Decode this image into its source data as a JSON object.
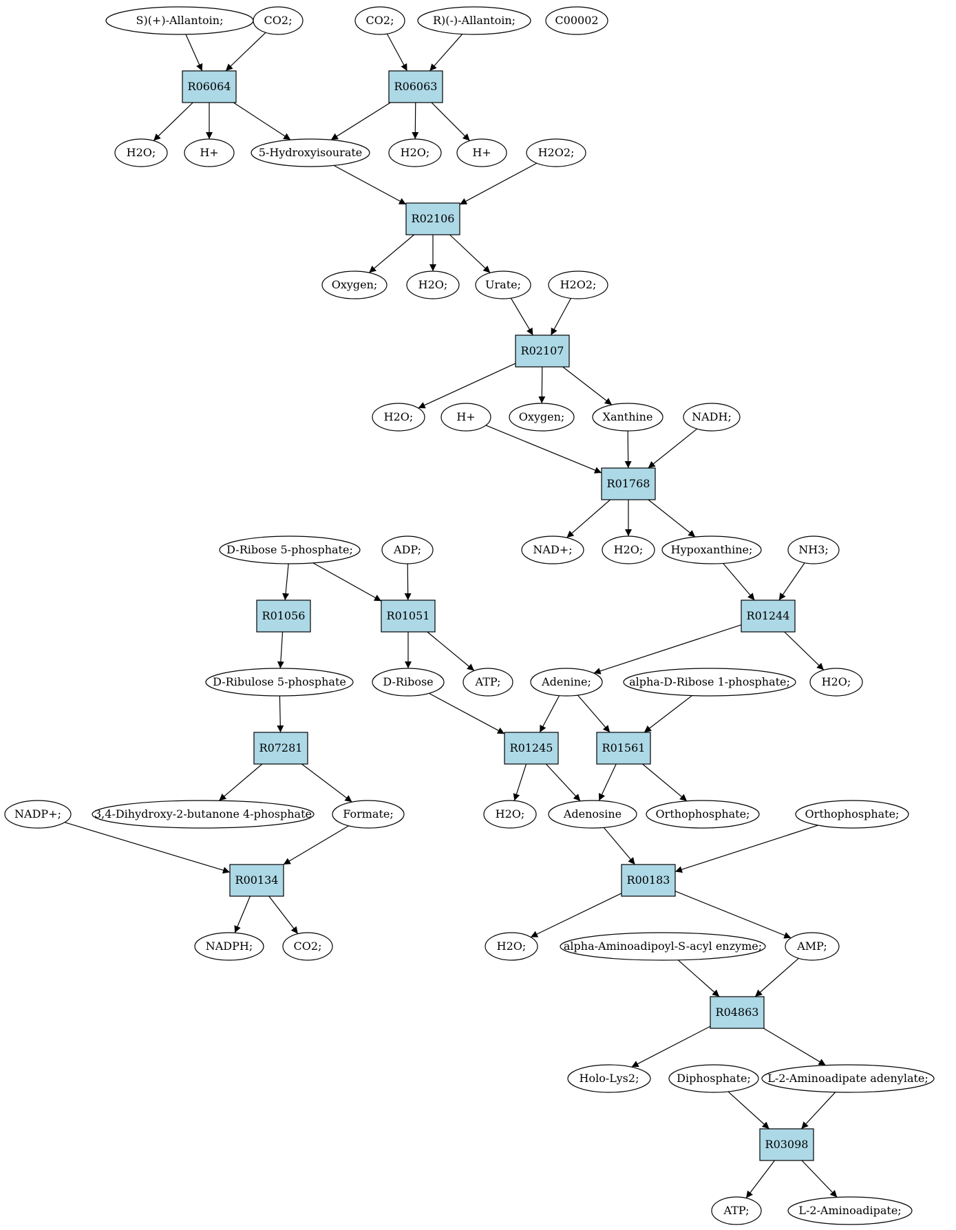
{
  "colors": {
    "reaction_fill": "#add8e6",
    "compound_fill": "#ffffff",
    "highlight_yellow": "#ffff00",
    "highlight_green": "#00ee00"
  },
  "nodes": [
    {
      "id": "c_sallantoin",
      "type": "compound",
      "label": "S)(+)-Allantoin;"
    },
    {
      "id": "c_co2_a",
      "type": "compound",
      "label": "CO2;"
    },
    {
      "id": "c_co2_b",
      "type": "compound",
      "label": "CO2;"
    },
    {
      "id": "c_rallantoin",
      "type": "compound",
      "label": "R)(-)-Allantoin;"
    },
    {
      "id": "c_c00002",
      "type": "compound",
      "label": "C00002",
      "highlight": "yellow"
    },
    {
      "id": "r_R06064",
      "type": "reaction",
      "label": "R06064"
    },
    {
      "id": "r_R06063",
      "type": "reaction",
      "label": "R06063"
    },
    {
      "id": "c_h2o_1",
      "type": "compound",
      "label": "H2O;"
    },
    {
      "id": "c_hplus_1",
      "type": "compound",
      "label": "H+"
    },
    {
      "id": "c_hydroxyisourate",
      "type": "compound",
      "label": "5-Hydroxyisourate"
    },
    {
      "id": "c_h2o_2",
      "type": "compound",
      "label": "H2O;"
    },
    {
      "id": "c_hplus_2",
      "type": "compound",
      "label": "H+"
    },
    {
      "id": "c_h2o2_1",
      "type": "compound",
      "label": "H2O2;"
    },
    {
      "id": "r_R02106",
      "type": "reaction",
      "label": "R02106"
    },
    {
      "id": "c_oxygen_1",
      "type": "compound",
      "label": "Oxygen;"
    },
    {
      "id": "c_h2o_3",
      "type": "compound",
      "label": "H2O;"
    },
    {
      "id": "c_urate",
      "type": "compound",
      "label": "Urate;"
    },
    {
      "id": "c_h2o2_2",
      "type": "compound",
      "label": "H2O2;"
    },
    {
      "id": "r_R02107",
      "type": "reaction",
      "label": "R02107"
    },
    {
      "id": "c_h2o_4",
      "type": "compound",
      "label": "H2O;"
    },
    {
      "id": "c_hplus_3",
      "type": "compound",
      "label": "H+"
    },
    {
      "id": "c_oxygen_2",
      "type": "compound",
      "label": "Oxygen;"
    },
    {
      "id": "c_xanthine",
      "type": "compound",
      "label": "Xanthine"
    },
    {
      "id": "c_nadh",
      "type": "compound",
      "label": "NADH;"
    },
    {
      "id": "r_R01768",
      "type": "reaction",
      "label": "R01768"
    },
    {
      "id": "c_nadplus",
      "type": "compound",
      "label": "NAD+;"
    },
    {
      "id": "c_h2o_5",
      "type": "compound",
      "label": "H2O;"
    },
    {
      "id": "c_hypoxanthine",
      "type": "compound",
      "label": "Hypoxanthine;"
    },
    {
      "id": "c_nh3",
      "type": "compound",
      "label": "NH3;"
    },
    {
      "id": "c_ribose5p",
      "type": "compound",
      "label": "D-Ribose 5-phosphate;",
      "highlight": "green"
    },
    {
      "id": "c_adp",
      "type": "compound",
      "label": "ADP;"
    },
    {
      "id": "r_R01056",
      "type": "reaction",
      "label": "R01056"
    },
    {
      "id": "r_R01051",
      "type": "reaction",
      "label": "R01051"
    },
    {
      "id": "r_R01244",
      "type": "reaction",
      "label": "R01244"
    },
    {
      "id": "c_ribulose5p",
      "type": "compound",
      "label": "D-Ribulose 5-phosphate"
    },
    {
      "id": "c_dribose",
      "type": "compound",
      "label": "D-Ribose"
    },
    {
      "id": "c_atp_1",
      "type": "compound",
      "label": "ATP;"
    },
    {
      "id": "c_adenine",
      "type": "compound",
      "label": "Adenine;"
    },
    {
      "id": "c_ribose1p",
      "type": "compound",
      "label": "alpha-D-Ribose 1-phosphate;"
    },
    {
      "id": "c_h2o_6",
      "type": "compound",
      "label": "H2O;"
    },
    {
      "id": "r_R07281",
      "type": "reaction",
      "label": "R07281"
    },
    {
      "id": "r_R01245",
      "type": "reaction",
      "label": "R01245"
    },
    {
      "id": "r_R01561",
      "type": "reaction",
      "label": "R01561"
    },
    {
      "id": "c_nadpplus",
      "type": "compound",
      "label": "NADP+;"
    },
    {
      "id": "c_dihydroxybutanone",
      "type": "compound",
      "label": "3,4-Dihydroxy-2-butanone 4-phosphate"
    },
    {
      "id": "c_formate",
      "type": "compound",
      "label": "Formate;"
    },
    {
      "id": "c_h2o_7",
      "type": "compound",
      "label": "H2O;"
    },
    {
      "id": "c_adenosine",
      "type": "compound",
      "label": "Adenosine"
    },
    {
      "id": "c_orthophosphate_1",
      "type": "compound",
      "label": "Orthophosphate;"
    },
    {
      "id": "c_orthophosphate_2",
      "type": "compound",
      "label": "Orthophosphate;"
    },
    {
      "id": "r_R00134",
      "type": "reaction",
      "label": "R00134"
    },
    {
      "id": "r_R00183",
      "type": "reaction",
      "label": "R00183"
    },
    {
      "id": "c_nadph",
      "type": "compound",
      "label": "NADPH;"
    },
    {
      "id": "c_co2_c",
      "type": "compound",
      "label": "CO2;"
    },
    {
      "id": "c_h2o_8",
      "type": "compound",
      "label": "H2O;"
    },
    {
      "id": "c_aminoadipoyl",
      "type": "compound",
      "label": "alpha-Aminoadipoyl-S-acyl enzyme;"
    },
    {
      "id": "c_amp",
      "type": "compound",
      "label": "AMP;"
    },
    {
      "id": "r_R04863",
      "type": "reaction",
      "label": "R04863"
    },
    {
      "id": "c_holo_lys2",
      "type": "compound",
      "label": "Holo-Lys2;"
    },
    {
      "id": "c_diphosphate",
      "type": "compound",
      "label": "Diphosphate;"
    },
    {
      "id": "c_aminoadipate_adenylate",
      "type": "compound",
      "label": "L-2-Aminoadipate adenylate;"
    },
    {
      "id": "r_R03098",
      "type": "reaction",
      "label": "R03098"
    },
    {
      "id": "c_atp_2",
      "type": "compound",
      "label": "ATP;"
    },
    {
      "id": "c_aminoadipate",
      "type": "compound",
      "label": "L-2-Aminoadipate;"
    }
  ],
  "edges": [
    [
      "c_sallantoin",
      "r_R06064"
    ],
    [
      "c_co2_a",
      "r_R06064"
    ],
    [
      "c_co2_b",
      "r_R06063"
    ],
    [
      "c_rallantoin",
      "r_R06063"
    ],
    [
      "r_R06064",
      "c_h2o_1"
    ],
    [
      "r_R06064",
      "c_hplus_1"
    ],
    [
      "r_R06064",
      "c_hydroxyisourate"
    ],
    [
      "r_R06063",
      "c_hydroxyisourate"
    ],
    [
      "r_R06063",
      "c_h2o_2"
    ],
    [
      "r_R06063",
      "c_hplus_2"
    ],
    [
      "c_hydroxyisourate",
      "r_R02106"
    ],
    [
      "c_h2o2_1",
      "r_R02106"
    ],
    [
      "r_R02106",
      "c_oxygen_1"
    ],
    [
      "r_R02106",
      "c_h2o_3"
    ],
    [
      "r_R02106",
      "c_urate"
    ],
    [
      "c_urate",
      "r_R02107"
    ],
    [
      "c_h2o2_2",
      "r_R02107"
    ],
    [
      "r_R02107",
      "c_h2o_4"
    ],
    [
      "r_R02107",
      "c_oxygen_2"
    ],
    [
      "r_R02107",
      "c_xanthine"
    ],
    [
      "c_hplus_3",
      "r_R01768"
    ],
    [
      "c_xanthine",
      "r_R01768"
    ],
    [
      "c_nadh",
      "r_R01768"
    ],
    [
      "r_R01768",
      "c_nadplus"
    ],
    [
      "r_R01768",
      "c_h2o_5"
    ],
    [
      "r_R01768",
      "c_hypoxanthine"
    ],
    [
      "c_hypoxanthine",
      "r_R01244"
    ],
    [
      "c_nh3",
      "r_R01244"
    ],
    [
      "c_ribose5p",
      "r_R01056"
    ],
    [
      "c_ribose5p",
      "r_R01051"
    ],
    [
      "c_adp",
      "r_R01051"
    ],
    [
      "r_R01056",
      "c_ribulose5p"
    ],
    [
      "r_R01051",
      "c_dribose"
    ],
    [
      "r_R01051",
      "c_atp_1"
    ],
    [
      "r_R01244",
      "c_adenine"
    ],
    [
      "r_R01244",
      "c_h2o_6"
    ],
    [
      "c_ribulose5p",
      "r_R07281"
    ],
    [
      "c_dribose",
      "r_R01245"
    ],
    [
      "c_adenine",
      "r_R01245"
    ],
    [
      "c_adenine",
      "r_R01561"
    ],
    [
      "c_ribose1p",
      "r_R01561"
    ],
    [
      "r_R07281",
      "c_dihydroxybutanone"
    ],
    [
      "r_R07281",
      "c_formate"
    ],
    [
      "r_R01245",
      "c_h2o_7"
    ],
    [
      "r_R01245",
      "c_adenosine"
    ],
    [
      "r_R01561",
      "c_adenosine"
    ],
    [
      "r_R01561",
      "c_orthophosphate_1"
    ],
    [
      "c_nadpplus",
      "r_R00134"
    ],
    [
      "c_formate",
      "r_R00134"
    ],
    [
      "c_adenosine",
      "r_R00183"
    ],
    [
      "c_orthophosphate_2",
      "r_R00183"
    ],
    [
      "r_R00134",
      "c_nadph"
    ],
    [
      "r_R00134",
      "c_co2_c"
    ],
    [
      "r_R00183",
      "c_h2o_8"
    ],
    [
      "r_R00183",
      "c_amp"
    ],
    [
      "c_aminoadipoyl",
      "r_R04863"
    ],
    [
      "c_amp",
      "r_R04863"
    ],
    [
      "r_R04863",
      "c_holo_lys2"
    ],
    [
      "r_R04863",
      "c_aminoadipate_adenylate"
    ],
    [
      "c_diphosphate",
      "r_R03098"
    ],
    [
      "c_aminoadipate_adenylate",
      "r_R03098"
    ],
    [
      "r_R03098",
      "c_atp_2"
    ],
    [
      "r_R03098",
      "c_aminoadipate"
    ]
  ]
}
